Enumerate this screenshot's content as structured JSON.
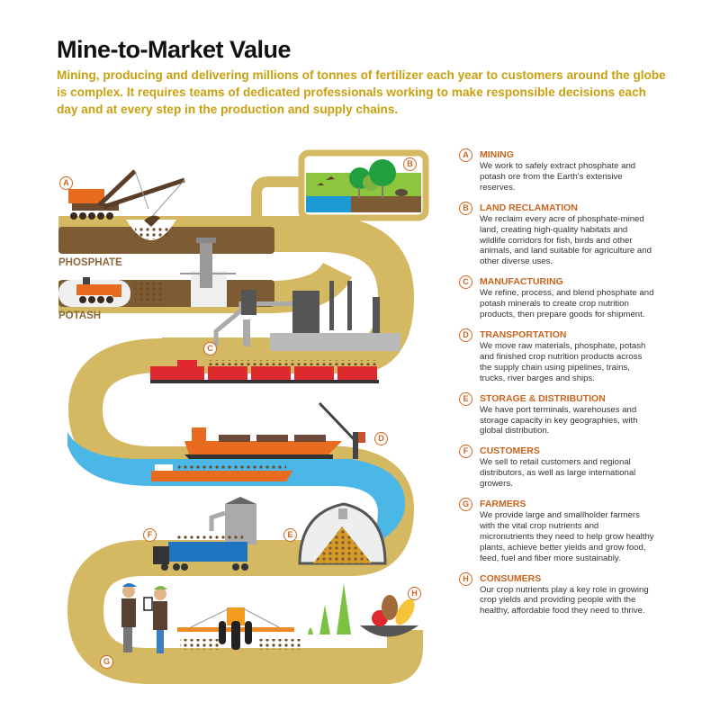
{
  "header": {
    "title": "Mine-to-Market Value",
    "intro": "Mining, producing and delivering millions of tonnes of fertilizer each year to customers around the globe is complex. It requires teams of dedicated professionals working to make responsible decisions each day and at every step in the production and supply chains."
  },
  "diagram": {
    "labels": {
      "phosphate": "PHOSPHATE",
      "potash": "POTASH"
    },
    "markers": [
      "A",
      "B",
      "C",
      "D",
      "E",
      "F",
      "G",
      "H"
    ]
  },
  "colors": {
    "path": "#d4b862",
    "earth": "#7d5c33",
    "accent_orange": "#d0651f",
    "intro_gold": "#c9a010",
    "water": "#4bb7e6",
    "train_red": "#e0282f",
    "truck_blue": "#1f74c0"
  },
  "legend": {
    "items": [
      {
        "letter": "A",
        "title": "MINING",
        "desc": "We work to safely extract phosphate and potash ore from the Earth's extensive reserves."
      },
      {
        "letter": "B",
        "title": "LAND RECLAMATION",
        "desc": "We reclaim every acre of phosphate-mined land, creating high-quality habitats and wildlife corridors for fish, birds and other animals, and land suitable for agriculture and other diverse uses."
      },
      {
        "letter": "C",
        "title": "MANUFACTURING",
        "desc": "We refine, process, and blend phosphate and potash minerals to create crop nutrition products, then prepare goods for shipment."
      },
      {
        "letter": "D",
        "title": "TRANSPORTATION",
        "desc": "We move raw materials, phosphate, potash and finished crop nutrition products across the supply chain using pipelines, trains, trucks, river barges and ships."
      },
      {
        "letter": "E",
        "title": "STORAGE & DISTRIBUTION",
        "desc": "We have port terminals, warehouses and storage capacity in key geographies, with global distribution."
      },
      {
        "letter": "F",
        "title": "CUSTOMERS",
        "desc": "We sell to retail customers and regional distributors, as well as large international growers."
      },
      {
        "letter": "G",
        "title": "FARMERS",
        "desc": "We provide large and smallholder farmers with the vital crop nutrients and micronutrients they need to help grow healthy plants, achieve better yields and grow food, feed, fuel and fiber more sustainably."
      },
      {
        "letter": "H",
        "title": "CONSUMERS",
        "desc": "Our crop nutrients play a key role in growing crop yields and providing people with the healthy, affordable food they need to thrive."
      }
    ]
  }
}
